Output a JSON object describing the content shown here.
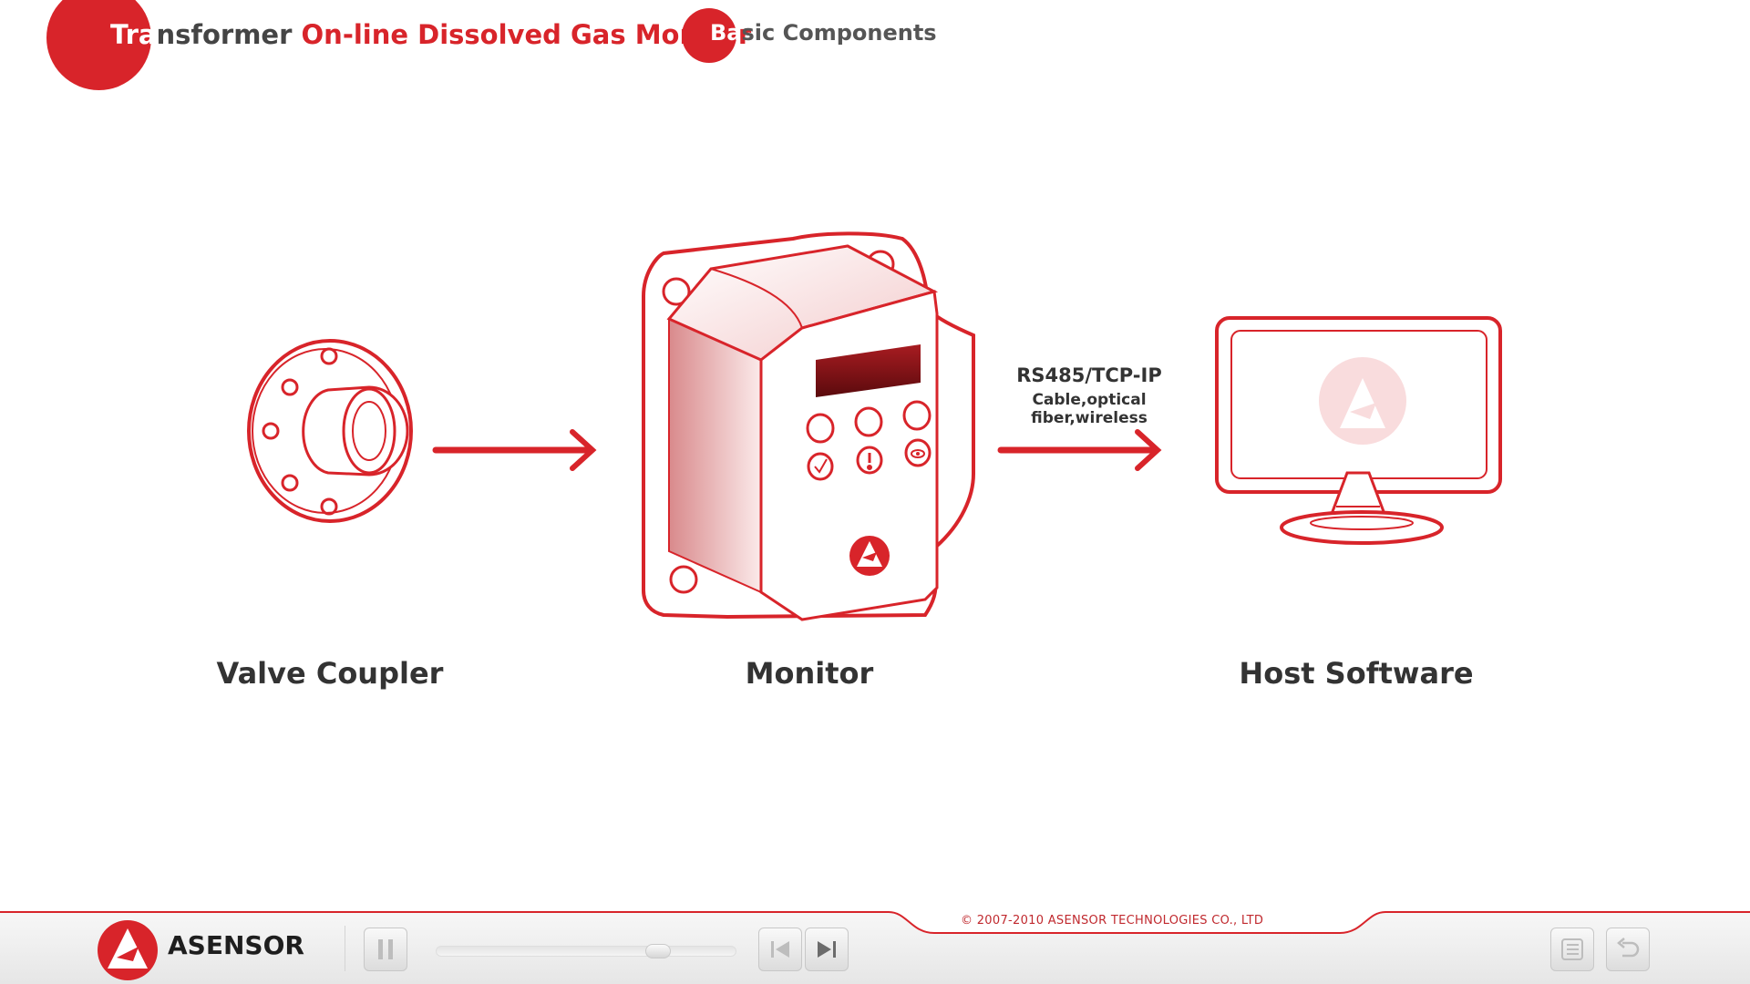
{
  "header": {
    "title_part1_white": "Tra",
    "title_part1_dark": "nsformer",
    "title_part2": "On-line Dissolved Gas Monitor",
    "section_white": "Ba",
    "section_dark": "sic Components"
  },
  "diagram": {
    "components": [
      {
        "label": "Valve Coupler",
        "icon": "valve-coupler-icon"
      },
      {
        "label": "Monitor",
        "icon": "monitor-device-icon"
      },
      {
        "label": "Host Software",
        "icon": "computer-display-icon"
      }
    ],
    "connection": {
      "protocol": "RS485/TCP-IP",
      "media": "Cable,optical fiber,wireless"
    }
  },
  "footer": {
    "brand": "ASENSOR",
    "copyright": "© 2007-2010 ASENSOR TECHNOLOGIES CO., LTD",
    "progress": 0.76,
    "buttons": [
      "pause-icon",
      "skip-back-icon",
      "skip-forward-icon",
      "menu-list-icon",
      "return-icon"
    ]
  },
  "colors": {
    "accent": "#d8242a",
    "text_dark": "#333333",
    "footer_bg": "#efefef"
  }
}
